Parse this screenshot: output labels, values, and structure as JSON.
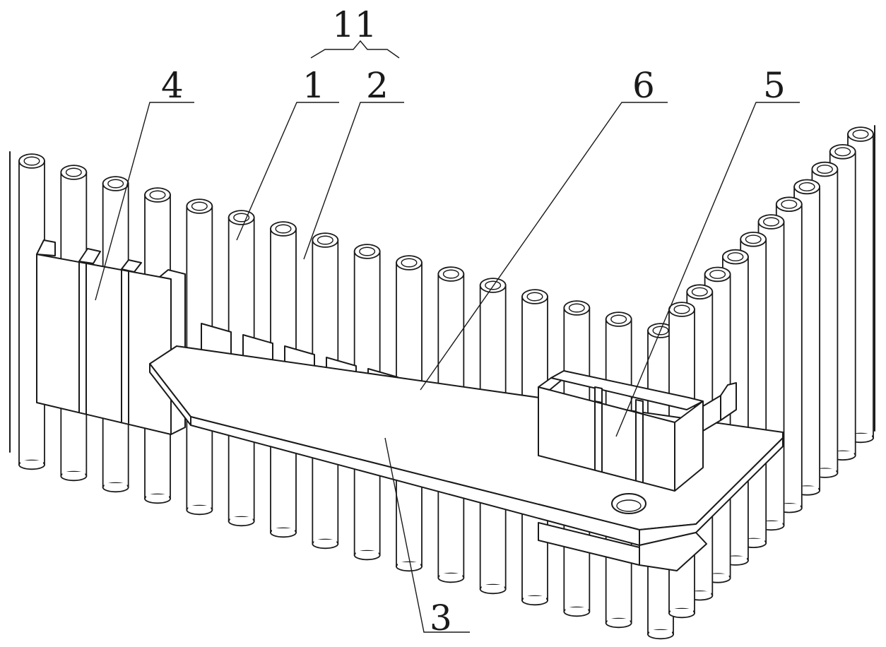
{
  "figure": {
    "labels": {
      "group": "11",
      "part1": "1",
      "part2": "2",
      "part3": "3",
      "part4": "4",
      "part5": "5",
      "part6": "6"
    },
    "line_color": "#1a1a1a",
    "background": "#ffffff"
  }
}
